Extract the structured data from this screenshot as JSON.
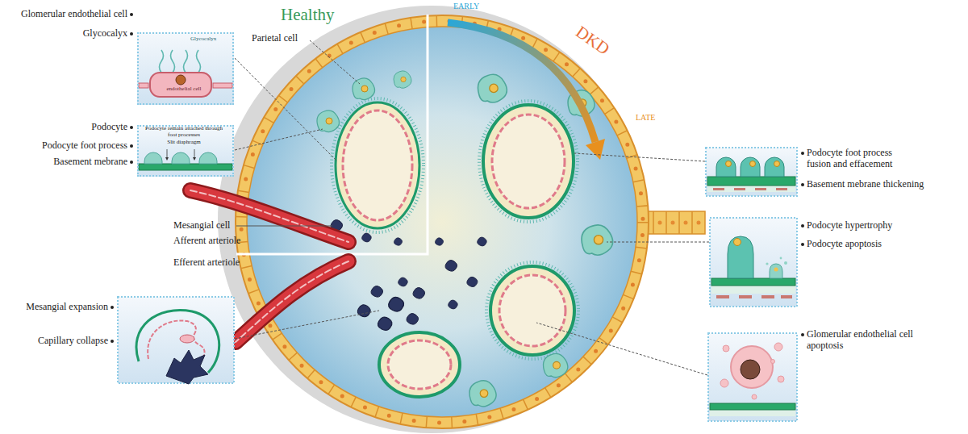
{
  "diagram": {
    "nodes": [
      {
        "text": [
          "Glycocalyx",
          "endothelial cell"
        ]
      },
      {
        "text": [
          "Podocyte remain attached through foot processes",
          "Slit diaphragm"
        ]
      }
    ],
    "labels": [
      "Healthy",
      "EARLY",
      "DKD",
      "LATE",
      "Glomerular endothelial cell",
      "Glycocalyx",
      "Podocyte",
      "Podocyte foot process",
      "Basement mebrane",
      "Parietal cell",
      "Mesangial cell",
      "Afferent arteriole",
      "Efferent arteriole",
      "Mesangial expansion",
      "Capillary collapse",
      "Podocyte foot process fusion and effacement",
      "Basement mebrane thickening",
      "Podocyte hypertrophy",
      "Podocyte apoptosis",
      "Glomerular endothelial cell apoptosis"
    ]
  }
}
